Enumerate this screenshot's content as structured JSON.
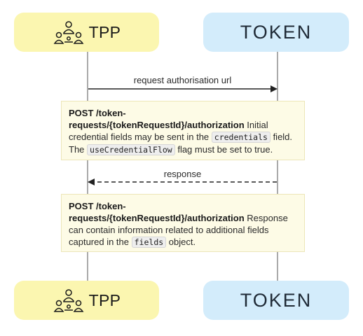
{
  "participants": {
    "tpp": {
      "label": "TPP",
      "icon": "people-network-icon",
      "color": "#fbf6b0"
    },
    "token": {
      "label": "TOKEN",
      "color": "#d3ecfb"
    }
  },
  "messages": {
    "request": {
      "label": "request authorisation url",
      "direction": "tpp-to-token",
      "style": "solid"
    },
    "response": {
      "label": "response",
      "direction": "token-to-tpp",
      "style": "dashed"
    }
  },
  "notes": {
    "note1": {
      "endpoint": "POST /token-requests/{tokenRequestId}/authorization",
      "text_a": " Initial credential fields may be sent in the ",
      "code_a": "credentials",
      "text_b": " field. The ",
      "code_b": "useCredentialFlow",
      "text_c": " flag must be set to true."
    },
    "note2": {
      "endpoint": "POST /token-requests/{tokenRequestId}/authorization",
      "text_a": " Response can contain information related to additional fields captured in the ",
      "code_a": "fields",
      "text_b": " object."
    }
  }
}
